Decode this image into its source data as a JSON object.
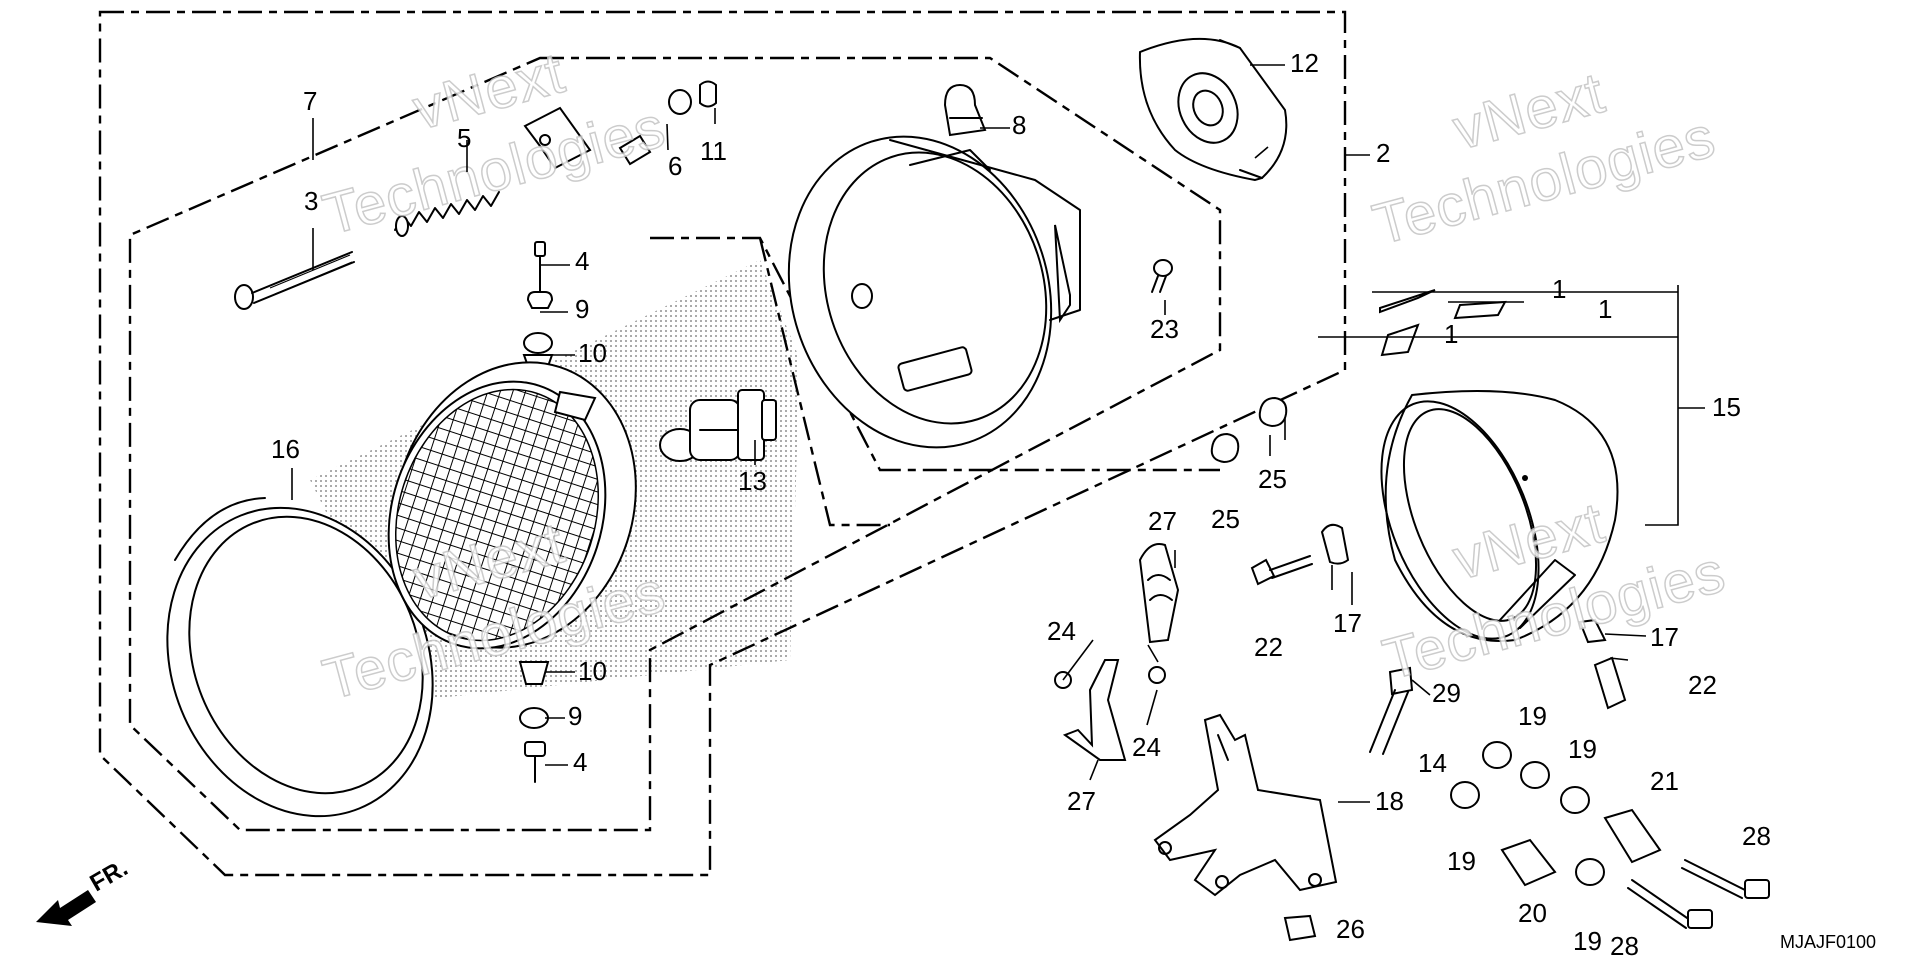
{
  "diagram": {
    "drawing_code": "MJAJF0100",
    "front_marker": "FR.",
    "watermark_lines": [
      "vNext",
      "Technologies"
    ],
    "callouts": {
      "c1a": "1",
      "c1b": "1",
      "c1c": "1",
      "c2": "2",
      "c3": "3",
      "c4a": "4",
      "c4b": "4",
      "c5": "5",
      "c6": "6",
      "c7": "7",
      "c8": "8",
      "c9a": "9",
      "c9b": "9",
      "c10a": "10",
      "c10b": "10",
      "c11": "11",
      "c12": "12",
      "c13": "13",
      "c14": "14",
      "c15": "15",
      "c16": "16",
      "c17a": "17",
      "c17b": "17",
      "c18": "18",
      "c19a": "19",
      "c19b": "19",
      "c19c": "19",
      "c19d": "19",
      "c20": "20",
      "c21": "21",
      "c22a": "22",
      "c22b": "22",
      "c23": "23",
      "c24a": "24",
      "c24b": "24",
      "c25a": "25",
      "c25b": "25",
      "c26": "26",
      "c27a": "27",
      "c27b": "27",
      "c28a": "28",
      "c28b": "28",
      "c29": "29"
    }
  }
}
